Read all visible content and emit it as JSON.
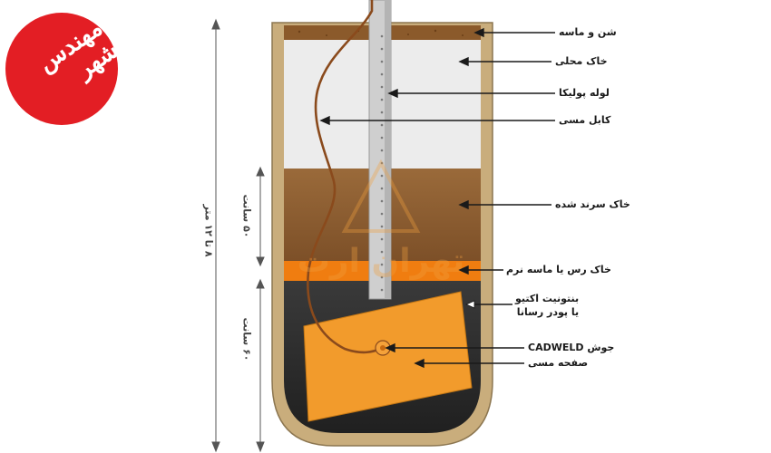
{
  "logo": {
    "text": "مهندس شهر",
    "color": "#e31e24"
  },
  "watermark": {
    "text": "تهران ارت"
  },
  "labels": {
    "gravel_sand": "شن و ماسه",
    "local_soil": "خاک محلی",
    "poly_pipe": "لوله پولیکا",
    "copper_cable": "کابل مسی",
    "compacted_soil": "خاک سرند شده",
    "clay_soil": "خاک رس یا ماسه نرم",
    "bentonite": "بنتونیت اکتیو\nیا پودر رسانا",
    "cadweld": "جوش CADWELD",
    "copper_plate": "صفحه مسی"
  },
  "dimensions": {
    "total_depth": "۸ تا ۱۲ متر",
    "compacted_height": "۵۰ سانت",
    "bottom_height": "۶۰ سانت"
  },
  "colors": {
    "outer_wall": "#c9ad7c",
    "gravel": "#8b5a2b",
    "local_soil": "#ececec",
    "compacted_soil": "#8a5a2e",
    "clay_band": "#f07d10",
    "bentonite": "#2b2b2b",
    "copper_plate": "#f29b2c",
    "cable": "#8a4a1c",
    "pipe": "#c8c8c8"
  }
}
